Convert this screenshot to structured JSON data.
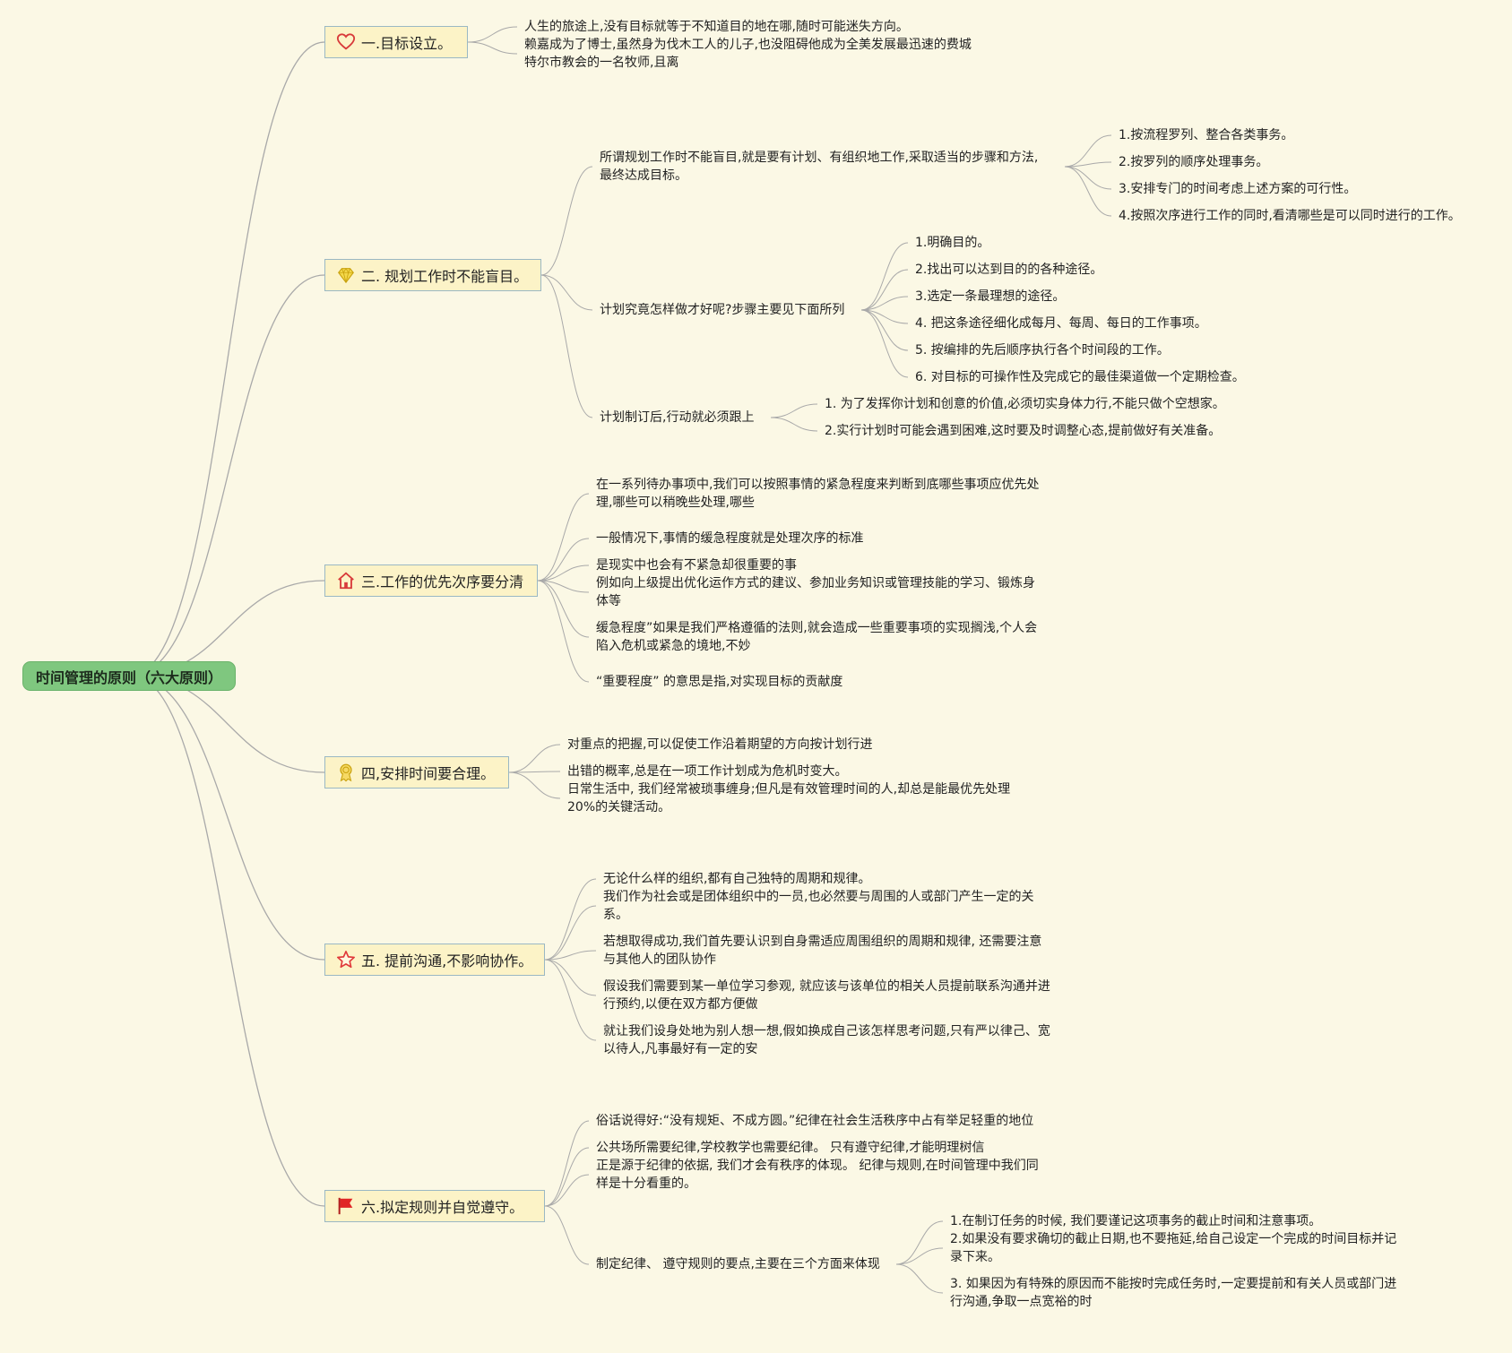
{
  "root": {
    "label": "时间管理的原则（六大原则）"
  },
  "branches": [
    {
      "label": "一.目标设立。",
      "icon": "heart-icon",
      "items": [
        {
          "lines": [
            "人生的旅途上,没有目标就等于不知道目的地在哪,随时可能迷失方向。"
          ]
        },
        {
          "lines": [
            "赖嘉成为了博士,虽然身为伐木工人的儿子,也没阻碍他成为全美发展最迅速的费城",
            "特尔市教会的一名牧师,且离"
          ]
        }
      ]
    },
    {
      "label": "二. 规划工作时不能盲目。",
      "icon": "diamond-icon",
      "items": [
        {
          "lines": [
            "所谓规划工作时不能盲目,就是要有计划、有组织地工作,采取适当的步骤和方法,",
            "最终达成目标。"
          ],
          "children": [
            {
              "lines": [
                "1.按流程罗列、整合各类事务。"
              ]
            },
            {
              "lines": [
                "2.按罗列的顺序处理事务。"
              ]
            },
            {
              "lines": [
                "3.安排专门的时间考虑上述方案的可行性。"
              ]
            },
            {
              "lines": [
                "4.按照次序进行工作的同时,看清哪些是可以同时进行的工作。"
              ]
            }
          ]
        },
        {
          "lines": [
            "计划究竟怎样做才好呢?步骤主要见下面所列"
          ],
          "children": [
            {
              "lines": [
                "1.明确目的。"
              ]
            },
            {
              "lines": [
                "2.找出可以达到目的的各种途径。"
              ]
            },
            {
              "lines": [
                "3.选定一条最理想的途径。"
              ]
            },
            {
              "lines": [
                "4. 把这条途径细化成每月、每周、每日的工作事项。"
              ]
            },
            {
              "lines": [
                "5. 按编排的先后顺序执行各个时间段的工作。"
              ]
            },
            {
              "lines": [
                "6. 对目标的可操作性及完成它的最佳渠道做一个定期检查。"
              ]
            }
          ]
        },
        {
          "lines": [
            "计划制订后,行动就必须跟上"
          ],
          "children": [
            {
              "lines": [
                "1. 为了发挥你计划和创意的价值,必须切实身体力行,不能只做个空想家。"
              ]
            },
            {
              "lines": [
                "2.实行计划时可能会遇到困难,这时要及时调整心态,提前做好有关准备。"
              ]
            }
          ]
        }
      ]
    },
    {
      "label": "三.工作的优先次序要分清",
      "icon": "home-icon",
      "items": [
        {
          "lines": [
            "在一系列待办事项中,我们可以按照事情的紧急程度来判断到底哪些事项应优先处",
            "理,哪些可以稍晚些处理,哪些"
          ]
        },
        {
          "lines": [
            "一般情况下,事情的缓急程度就是处理次序的标准"
          ]
        },
        {
          "lines": [
            "是现实中也会有不紧急却很重要的事"
          ]
        },
        {
          "lines": [
            "例如向上级提出优化运作方式的建议、参加业务知识或管理技能的学习、锻炼身",
            "体等"
          ]
        },
        {
          "lines": [
            "缓急程度”如果是我们严格遵循的法则,就会造成一些重要事项的实现搁浅,个人会",
            "陷入危机或紧急的境地,不妙"
          ]
        },
        {
          "lines": [
            "“重要程度” 的意思是指,对实现目标的贡献度"
          ]
        }
      ]
    },
    {
      "label": "四,安排时间要合理。",
      "icon": "medal-icon",
      "items": [
        {
          "lines": [
            "对重点的把握,可以促使工作沿着期望的方向按计划行进"
          ]
        },
        {
          "lines": [
            "出错的概率,总是在一项工作计划成为危机时变大。"
          ]
        },
        {
          "lines": [
            "日常生活中, 我们经常被琐事缠身;但凡是有效管理时间的人,却总是能最优先处理",
            "20%的关键活动。"
          ]
        }
      ]
    },
    {
      "label": "五. 提前沟通,不影响协作。",
      "icon": "star-icon",
      "items": [
        {
          "lines": [
            "无论什么样的组织,都有自己独特的周期和规律。"
          ]
        },
        {
          "lines": [
            "我们作为社会或是团体组织中的一员,也必然要与周围的人或部门产生一定的关",
            "系。"
          ]
        },
        {
          "lines": [
            "若想取得成功,我们首先要认识到自身需适应周围组织的周期和规律, 还需要注意",
            "与其他人的团队协作"
          ]
        },
        {
          "lines": [
            "假设我们需要到某一单位学习参观, 就应该与该单位的相关人员提前联系沟通并进",
            "行预约,以便在双方都方便做"
          ]
        },
        {
          "lines": [
            "就让我们设身处地为别人想一想,假如换成自己该怎样思考问题,只有严以律己、宽",
            "以待人,凡事最好有一定的安"
          ]
        }
      ]
    },
    {
      "label": "六.拟定规则并自觉遵守。",
      "icon": "flag-icon",
      "items": [
        {
          "lines": [
            "俗话说得好:“没有规矩、不成方圆。”纪律在社会生活秩序中占有举足轻重的地位"
          ]
        },
        {
          "lines": [
            "公共场所需要纪律,学校教学也需要纪律。 只有遵守纪律,才能明理树信"
          ]
        },
        {
          "lines": [
            "正是源于纪律的依据, 我们才会有秩序的体现。 纪律与规则,在时间管理中我们同",
            "样是十分看重的。"
          ]
        },
        {
          "lines": [
            "制定纪律、 遵守规则的要点,主要在三个方面来体现"
          ],
          "children": [
            {
              "lines": [
                "1.在制订任务的时候, 我们要谨记这项事务的截止时间和注意事项。"
              ]
            },
            {
              "lines": [
                "2.如果没有要求确切的截止日期,也不要拖延,给自己设定一个完成的时间目标并记",
                "录下来。"
              ]
            },
            {
              "lines": [
                "3. 如果因为有特殊的原因而不能按时完成任务时,一定要提前和有关人员或部门进",
                "行沟通,争取一点宽裕的时"
              ]
            }
          ]
        }
      ]
    }
  ]
}
